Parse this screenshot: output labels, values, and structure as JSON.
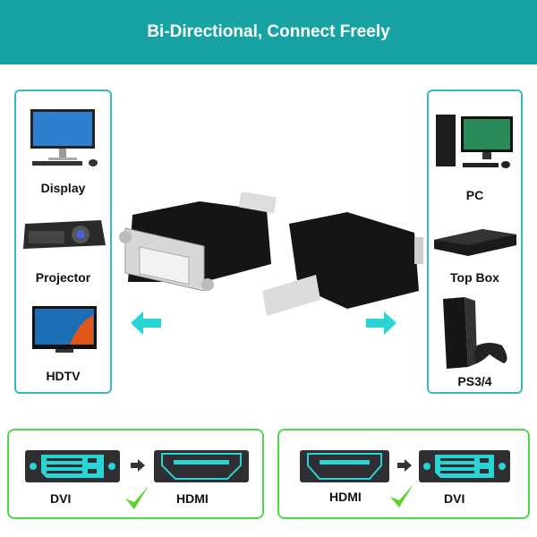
{
  "header": {
    "title": "Bi-Directional, Connect Freely"
  },
  "left_panel": {
    "items": [
      {
        "label": "Display"
      },
      {
        "label": "Projector"
      },
      {
        "label": "HDTV"
      }
    ]
  },
  "right_panel": {
    "items": [
      {
        "label": "PC"
      },
      {
        "label": "Top Box"
      },
      {
        "label": "PS3/4"
      }
    ]
  },
  "conversions": [
    {
      "from": "DVI",
      "to": "HDMI"
    },
    {
      "from": "HDMI",
      "to": "DVI"
    }
  ],
  "colors": {
    "accent": "#17a3a3",
    "connector": "#2ad4d4",
    "check": "#5fd12f",
    "box_border": "#4fd84a"
  }
}
